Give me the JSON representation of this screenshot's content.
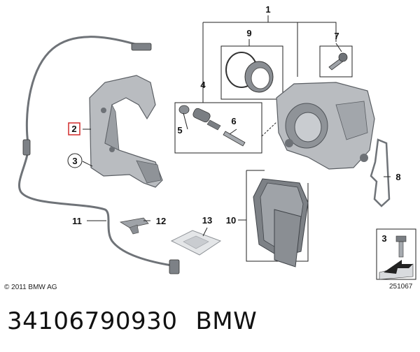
{
  "callouts": {
    "c1": "1",
    "c2": "2",
    "c3": "3",
    "c4": "4",
    "c5": "5",
    "c6": "6",
    "c7": "7",
    "c8": "8",
    "c9": "9",
    "c10": "10",
    "c11": "11",
    "c12": "12",
    "c13": "13",
    "legend3": "3"
  },
  "copyright": "© 2011 BMW AG",
  "diagram_id": "251067",
  "footer": {
    "part_number": "34106790930",
    "brand": "BMW"
  },
  "colors": {
    "part_fill": "#b9bcc0",
    "part_dark": "#8a8e93",
    "line": "#222222",
    "highlight_box": "#d22b2b"
  }
}
